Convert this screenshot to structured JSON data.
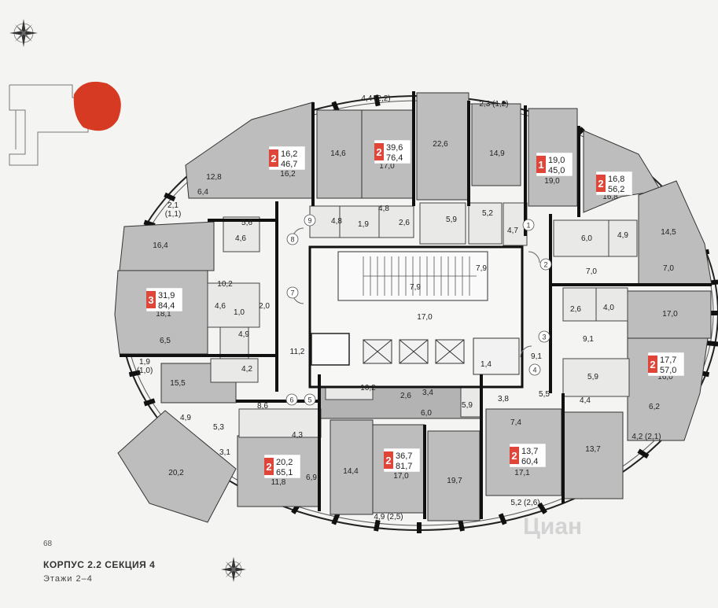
{
  "page_number": "68",
  "title": "КОРПУС 2.2 СЕКЦИЯ 4",
  "subtitle": "Этажи 2–4",
  "watermark": "Циан",
  "colors": {
    "background": "#f4f4f2",
    "apartment": "#bdbdbd",
    "apartment_dark": "#a9a9a9",
    "wall": "#111111",
    "badge": "#e0453a",
    "highlight": "#d63a22"
  },
  "badges": [
    {
      "rooms": "2",
      "living": "16,2",
      "total": "46,7"
    },
    {
      "rooms": "2",
      "living": "39,6",
      "total": "76,4"
    },
    {
      "rooms": "1",
      "living": "19,0",
      "total": "45,0"
    },
    {
      "rooms": "2",
      "living": "16,8",
      "total": "56,2"
    },
    {
      "rooms": "3",
      "living": "31,9",
      "total": "84,4"
    },
    {
      "rooms": "2",
      "living": "17,7",
      "total": "57,0"
    },
    {
      "rooms": "2",
      "living": "13,7",
      "total": "60,4"
    },
    {
      "rooms": "2",
      "living": "36,7",
      "total": "81,7"
    },
    {
      "rooms": "2",
      "living": "20,2",
      "total": "65,1"
    }
  ],
  "room_labels": [
    "4,4 (2,2)",
    "2,3 (1,2)",
    "14,6",
    "17,0",
    "22,6",
    "14,9",
    "19,0",
    "12,8",
    "16,2",
    "6,4",
    "2,1",
    "(1,1)",
    "16,8",
    "14,5",
    "4,8",
    "4,8",
    "1,9",
    "2,6",
    "5,9",
    "5,2",
    "4,7",
    "4,6",
    "5,6",
    "16,4",
    "6,0",
    "4,9",
    "7,0",
    "7,0",
    "10,2",
    "7,9",
    "7,9",
    "4,6",
    "2,0",
    "1,0",
    "18,1",
    "4,9",
    "6,5",
    "17,0",
    "2,6",
    "4,0",
    "17,0",
    "11,2",
    "9,1",
    "4,2",
    "1,9",
    "(1,0)",
    "1,4",
    "9,1",
    "15,5",
    "10,2",
    "3,4",
    "2,6",
    "6,0",
    "5,9",
    "3,8",
    "5,5",
    "5,9",
    "4,4",
    "16,0",
    "8,6",
    "7,4",
    "6,2",
    "4,9",
    "5,3",
    "4,3",
    "4,2 (2,1)",
    "3,1",
    "13,7",
    "20,2",
    "6,9",
    "11,8",
    "14,4",
    "17,0",
    "19,7",
    "17,1",
    "5,2 (2,6)",
    "4,9 (2,5)"
  ],
  "stair_numbers": [
    "1",
    "2",
    "3",
    "4",
    "5",
    "6",
    "7",
    "8",
    "9"
  ]
}
